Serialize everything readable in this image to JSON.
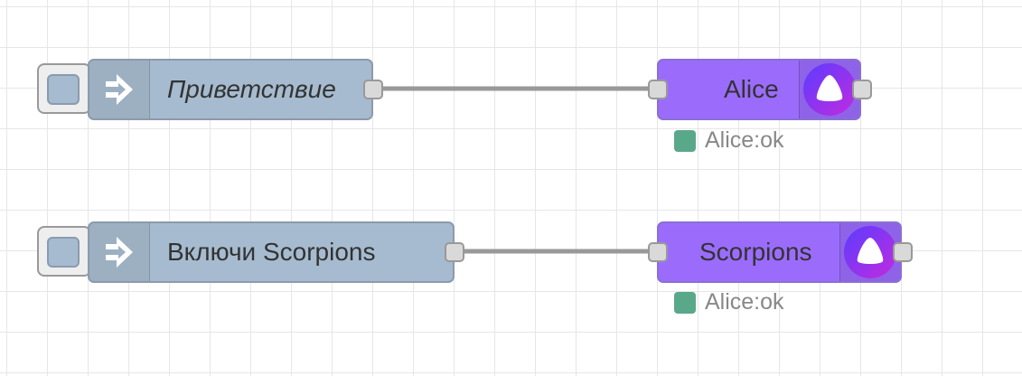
{
  "flows": [
    {
      "inject": {
        "label": "Приветствие",
        "italic": true,
        "icon": "arrow-in-icon"
      },
      "alice": {
        "label": "Alice",
        "icon": "alice-icon",
        "status": {
          "text": "Alice:ok",
          "color": "#5aa88a"
        }
      }
    },
    {
      "inject": {
        "label": "Включи Scorpions",
        "italic": false,
        "icon": "arrow-in-icon"
      },
      "alice": {
        "label": "Scorpions",
        "icon": "alice-icon",
        "status": {
          "text": "Alice:ok",
          "color": "#5aa88a"
        }
      }
    }
  ],
  "colors": {
    "inject_node": "#a6bbcf",
    "alice_node": "#9b6cfc",
    "wire": "#999999",
    "status_ok": "#5aa88a"
  }
}
